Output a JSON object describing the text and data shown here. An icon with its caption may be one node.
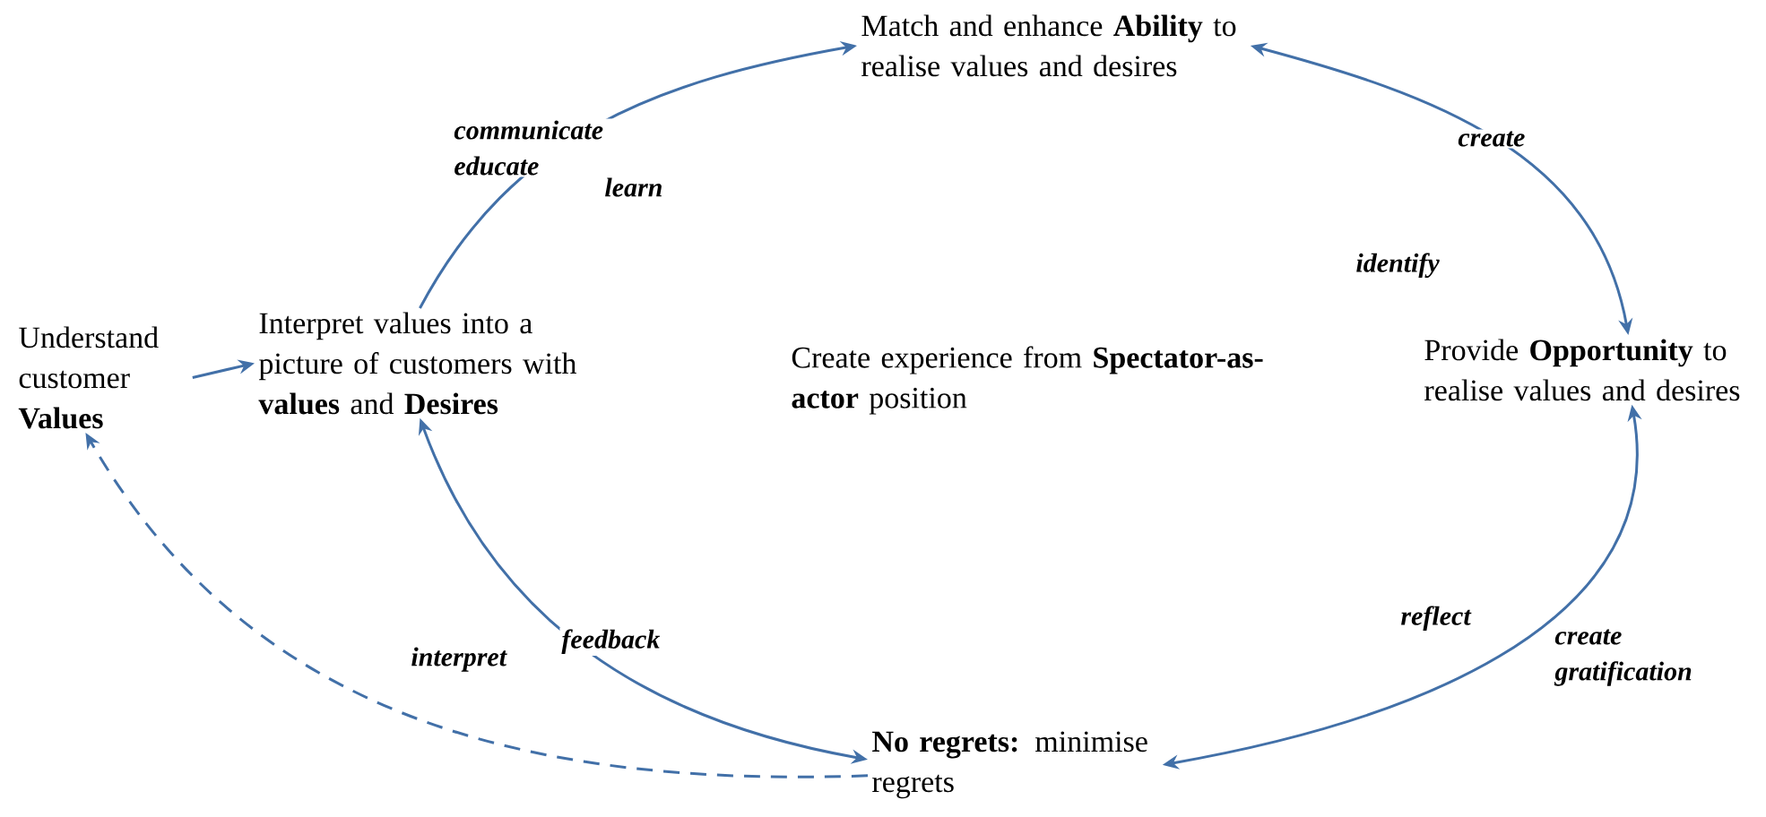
{
  "diagram": {
    "nodes": [
      {
        "text": [
          "Understand customer **Values**"
        ]
      },
      {
        "text": [
          "Interpret values into a picture of customers with **values** and **Desires**"
        ]
      },
      {
        "text": [
          "Match and enhance **Ability** to realise values and desires"
        ]
      },
      {
        "text": [
          "Provide **Opportunity** to realise values and desires"
        ]
      },
      {
        "text": [
          "**No regrets:** minimise regrets"
        ]
      }
    ],
    "edges": [
      {
        "from": 0,
        "to": 1,
        "arrow": "to"
      },
      {
        "from": 1,
        "to": 2,
        "arrow": "to",
        "label": "communicate educate"
      },
      {
        "from": 2,
        "to": 3,
        "arrow": "both",
        "label": "create"
      },
      {
        "from": 3,
        "to": 4,
        "arrow": "both",
        "label": "reflect"
      },
      {
        "from": 4,
        "to": 1,
        "arrow": "both",
        "label": "feedback"
      },
      {
        "from": 4,
        "to": 0,
        "arrow": "to",
        "style": "dashed"
      }
    ],
    "labels": [
      "learn",
      "identify",
      "Create experience from **Spectator-as-actor** position",
      "create gratification",
      "interpret"
    ]
  }
}
